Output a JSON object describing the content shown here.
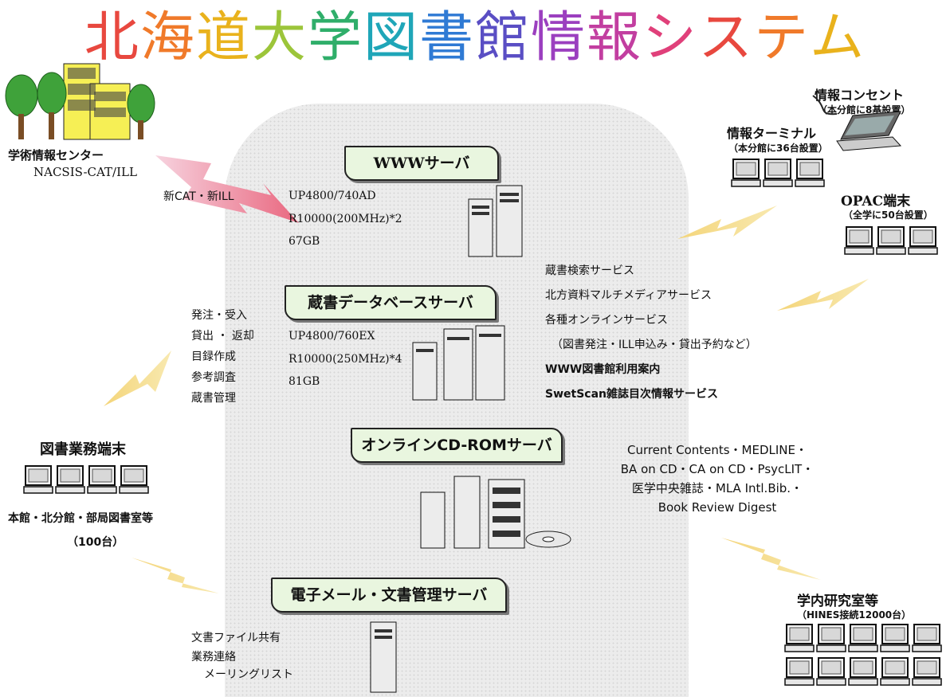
{
  "title": "北海道大学図書館情報システム",
  "title_colors": [
    "#e8483f",
    "#f07a2a",
    "#e9b21c",
    "#9cc53a",
    "#2fae6a",
    "#1fa6b8",
    "#2f7ad4",
    "#5a4ec4",
    "#9b3fbf",
    "#c23ea0",
    "#e0407a",
    "#e8483f",
    "#f07a2a",
    "#e9b21c"
  ],
  "nacsis": {
    "line1": "学術情報センター",
    "line2": "NACSIS-CAT/ILL"
  },
  "link_cat_ill": "新CAT・新ILL",
  "info_outlet": {
    "name": "情報コンセント",
    "count": "（本分館に8基設置）"
  },
  "info_terminal": {
    "name": "情報ターミナル",
    "count": "（本分館に36台設置）"
  },
  "opac": {
    "name": "OPAC端末",
    "count": "（全学に50台設置）"
  },
  "www_server": {
    "label": "WWWサーバ",
    "specs": [
      "UP4800/740AD",
      "R10000(200MHz)*2",
      "67GB"
    ]
  },
  "db_server": {
    "label": "蔵書データベースサーバ",
    "specs": [
      "UP4800/760EX",
      "R10000(250MHz)*4",
      "81GB"
    ]
  },
  "cdrom_server": {
    "label": "オンラインCD-ROMサーバ"
  },
  "mail_server": {
    "label": "電子メール・文書管理サーバ"
  },
  "library_tasks": [
    "発注・受入",
    "貸出 ・ 返却",
    "目録作成",
    "参考調査",
    "蔵書管理"
  ],
  "services": [
    "蔵書検索サービス",
    "北方資料マルチメディアサービス",
    "各種オンラインサービス",
    "（図書発注・ILL申込み・貸出予約など）",
    "WWW図書館利用案内",
    "SwetScan雑誌目次情報サービス"
  ],
  "cdrom_dbs": [
    "Current Contents・MEDLINE・",
    "BA on CD・CA on CD・PsycLIT・",
    "医学中央雑誌・MLA Intl.Bib.・",
    "Book Review Digest"
  ],
  "library_terminal": {
    "name": "図書業務端末",
    "location": "本館・北分館・部局図書室等",
    "count": "（100台）"
  },
  "mail_functions": [
    "文書ファイル共有",
    "業務連絡",
    "メーリングリスト"
  ],
  "research_rooms": {
    "name": "学内研究室等",
    "count": "（HINES接続12000台）"
  }
}
